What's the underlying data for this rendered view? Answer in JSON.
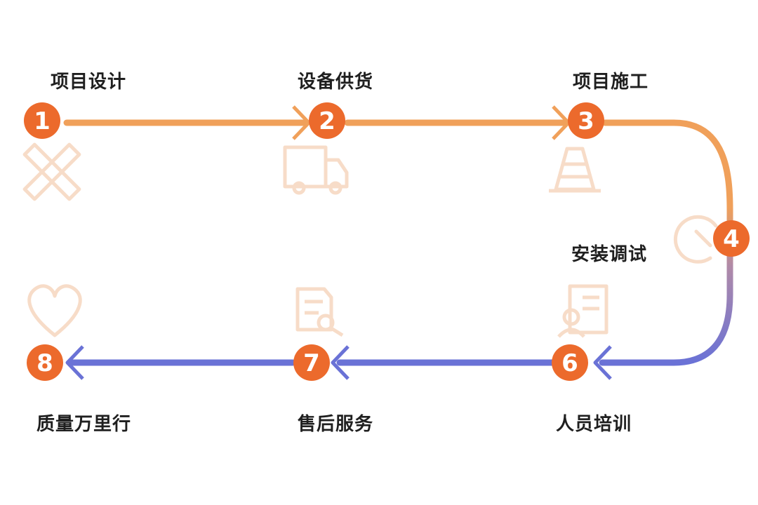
{
  "colors": {
    "orange": "#f0a05a",
    "blue": "#6a72d6",
    "badge": "#ec6a2c",
    "icon": "#f7dcc8"
  },
  "steps": [
    {
      "number": "1",
      "label": "项目设计",
      "icon": "ruler-pencil-icon"
    },
    {
      "number": "2",
      "label": "设备供货",
      "icon": "truck-icon"
    },
    {
      "number": "3",
      "label": "项目施工",
      "icon": "traffic-cone-icon"
    },
    {
      "number": "4",
      "label": "安装调试",
      "icon": "wrench-icon"
    },
    {
      "number": "6",
      "label": "人员培训",
      "icon": "certificate-person-icon"
    },
    {
      "number": "7",
      "label": "售后服务",
      "icon": "document-search-icon"
    },
    {
      "number": "8",
      "label": "质量万里行",
      "icon": "heart-icon"
    }
  ]
}
